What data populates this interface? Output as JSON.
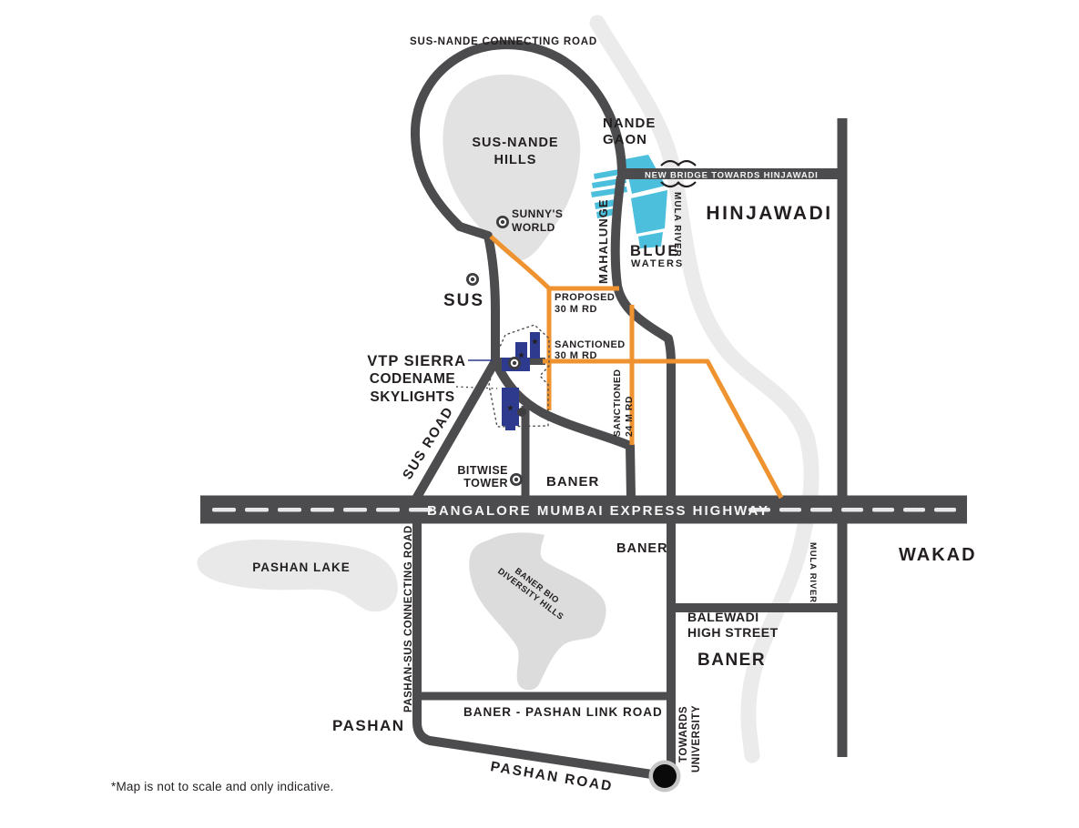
{
  "map": {
    "colors": {
      "road": "#4c4c4e",
      "orange": "#ef9330",
      "navy": "#2e3a8d",
      "cyan": "#4bbfdc",
      "hill_gray": "#e2e2e2",
      "river_gray": "#ebebeb",
      "label_black": "#231f20"
    },
    "labels": {
      "susNandeRoad": "SUS-NANDE CONNECTING ROAD",
      "hills1": "SUS-NANDE",
      "hills2": "HILLS",
      "nande1": "NANDE",
      "nande2": "GAON",
      "bridge": "NEW BRIDGE TOWARDS HINJAWADI",
      "mulaRiverTop": "MULA RIVER",
      "mulaRiverBottom": "MULA RIVER",
      "hinjawadi": "HINJAWADI",
      "blue": "BLUE",
      "waters": "WATERS",
      "mahalunge": "MAHALUNGE",
      "sunnys1": "SUNNY'S",
      "sunnys2": "WORLD",
      "sus": "SUS",
      "proposed1": "PROPOSED",
      "proposed2": "30 M RD",
      "sanct30a": "SANCTIONED",
      "sanct30b": "30 M RD",
      "sanct24a": "SANCTIONED",
      "sanct24b": "24 M RD",
      "vtpSierra": "VTP SIERRA",
      "codename1": "CODENAME",
      "codename2": "SKYLIGHTS",
      "susRoad": "SUS ROAD",
      "bitwise1": "BITWISE",
      "bitwise2": "TOWER",
      "banerMid": "BANER",
      "highway": "BANGALORE MUMBAI EXPRESS HIGHWAY",
      "banerBelow": "BANER",
      "wakad": "WAKAD",
      "pashanLake": "PASHAN LAKE",
      "banerBio1": "BANER BIO",
      "banerBio2": "DIVERSITY HILLS",
      "pashanSusRoad": "PASHAN-SUS CONNECTING ROAD",
      "balewadi1": "BALEWADI",
      "balewadi2": "HIGH STREET",
      "banerBig": "BANER",
      "linkRoad": "BANER - PASHAN LINK ROAD",
      "pashan": "PASHAN",
      "pashanRoad": "PASHAN ROAD",
      "towards1": "TOWARDS",
      "towards2": "UNIVERSITY",
      "footnote": "*Map is not to scale and only indicative.",
      "star": "★"
    }
  }
}
